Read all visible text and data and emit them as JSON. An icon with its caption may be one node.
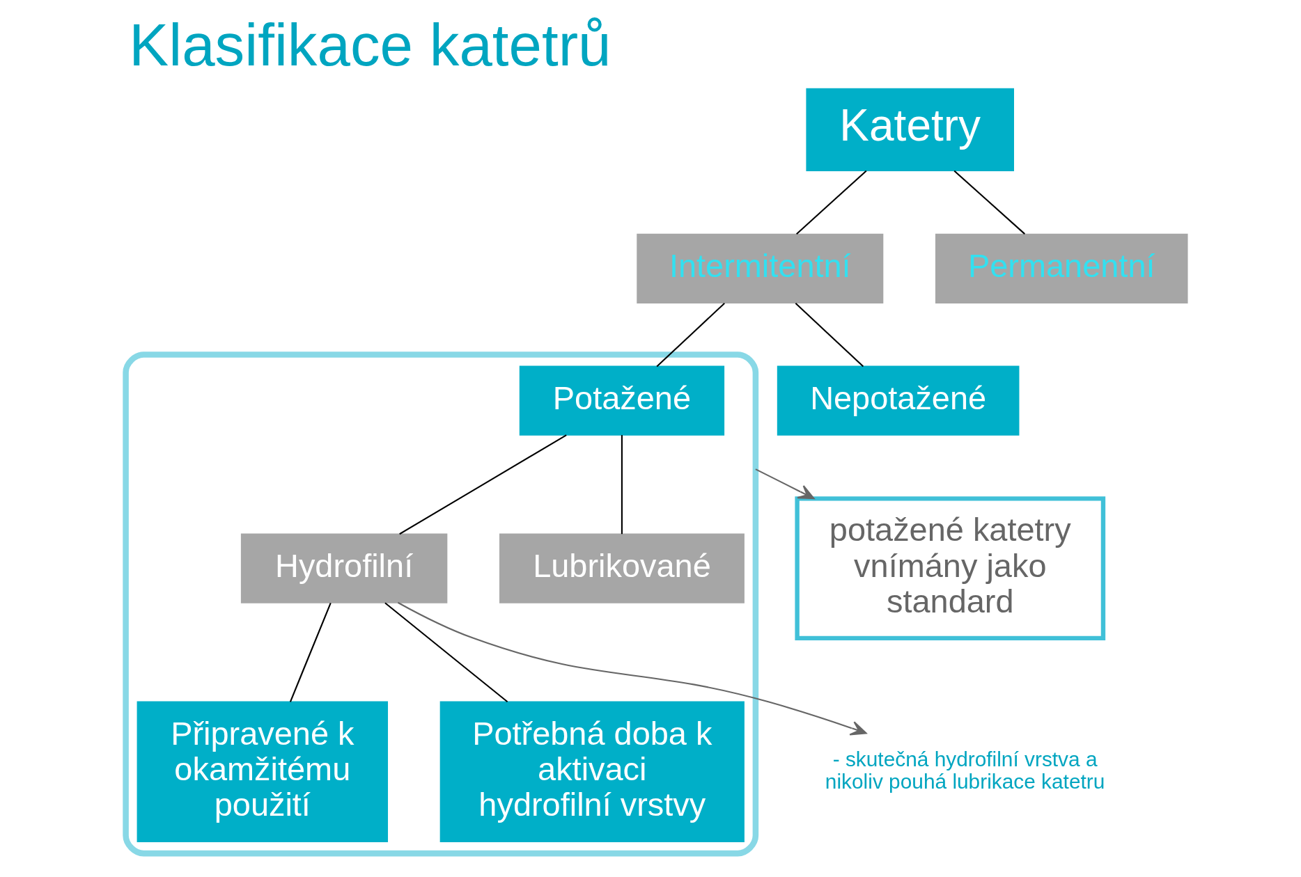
{
  "diagram": {
    "title": "Klasifikace katetrů",
    "nodes": [
      {
        "text": [
          "Katetry"
        ]
      },
      {
        "text": [
          "Intermitentní"
        ]
      },
      {
        "text": [
          "Permanentní"
        ]
      },
      {
        "text": [],
        "shape": "ellipse"
      },
      {
        "text": [
          "Potažené"
        ],
        "in": 3
      },
      {
        "text": [
          "Nepotažené"
        ]
      },
      {
        "text": [
          "- skutečná hydrofilní vrstva a nikoliv pouhá lubrikace katetru"
        ]
      },
      {
        "text": [
          "Hydrofilní"
        ],
        "in": 3
      },
      {
        "text": [
          "Lubrikované"
        ],
        "in": 3
      },
      {
        "text": [
          "Připravené k okamžitému použití"
        ],
        "in": 3
      },
      {
        "text": [
          "Potřebná doba k aktivaci hydrofilní vrstvy"
        ],
        "in": 3
      },
      {
        "text": [
          "potažené katetry vnímány jako standard"
        ]
      }
    ],
    "edges": [
      {
        "from": 0,
        "to": 1,
        "arrow": "none"
      },
      {
        "from": 0,
        "to": 2,
        "arrow": "none"
      },
      {
        "from": 1,
        "to": 4,
        "arrow": "none"
      },
      {
        "from": 1,
        "to": 5,
        "arrow": "none"
      },
      {
        "from": 4,
        "to": 7,
        "arrow": "none"
      },
      {
        "from": 4,
        "to": 8,
        "arrow": "none"
      },
      {
        "from": 7,
        "to": 6,
        "arrow": "to",
        "color": "#666666"
      },
      {
        "from": 7,
        "to": 9,
        "arrow": "none"
      },
      {
        "from": 7,
        "to": 10,
        "arrow": "none"
      },
      {
        "from": 3,
        "to": 11,
        "arrow": "to",
        "color": "#666666"
      }
    ]
  }
}
